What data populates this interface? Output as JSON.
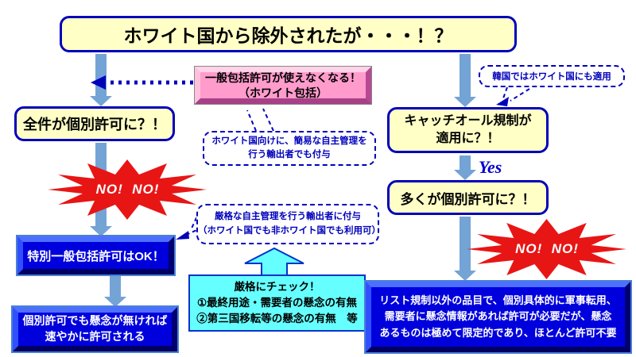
{
  "title": "ホワイト国から除外されたが・・・！？",
  "callouts": {
    "general_license": "一般包括許可が使えなくなる！\n（ホワイト包括）",
    "korea_note": "韓国ではホワイト国にも適用",
    "white_simple": "ホワイト国向けに、簡易な自主管理を\n行う輸出者でも付与",
    "strict_grant": "厳格な自主管理を行う輸出者に付与\n（ホワイト国でも非ホワイト国でも利用可）"
  },
  "left": {
    "question": "全件が個別許可に？！",
    "burst": "NO!  NO!",
    "answer": "特別一般包括許可はOK！",
    "result": "個別許可でも懸念が無ければ\n速やかに許可される"
  },
  "right": {
    "question": "キャッチオール規制が\n適用に？！",
    "yes": "Yes",
    "question2": "多くが個別許可に？！",
    "burst": "NO!  NO!",
    "result": "リスト規制以外の品目で、個別具体的に軍事転用、\n需要者に懸念情報があれば許可が必要だが、懸念\nあるものは極めて限定的であり、ほとんど許可不要"
  },
  "center": {
    "check": "厳格にチェック！\n①最終用途・需要者の懸念の有無\n②第三国移転等の懸念の有無　等"
  },
  "colors": {
    "arrow_blue": "#74a3d6",
    "navy": "#0000bb",
    "box_yellow": "#ffffc6",
    "box_pink": "#ff9ccc",
    "box_blue": "#0000dd",
    "box_cyan": "#66ffff",
    "burst_red": "#e81515"
  }
}
